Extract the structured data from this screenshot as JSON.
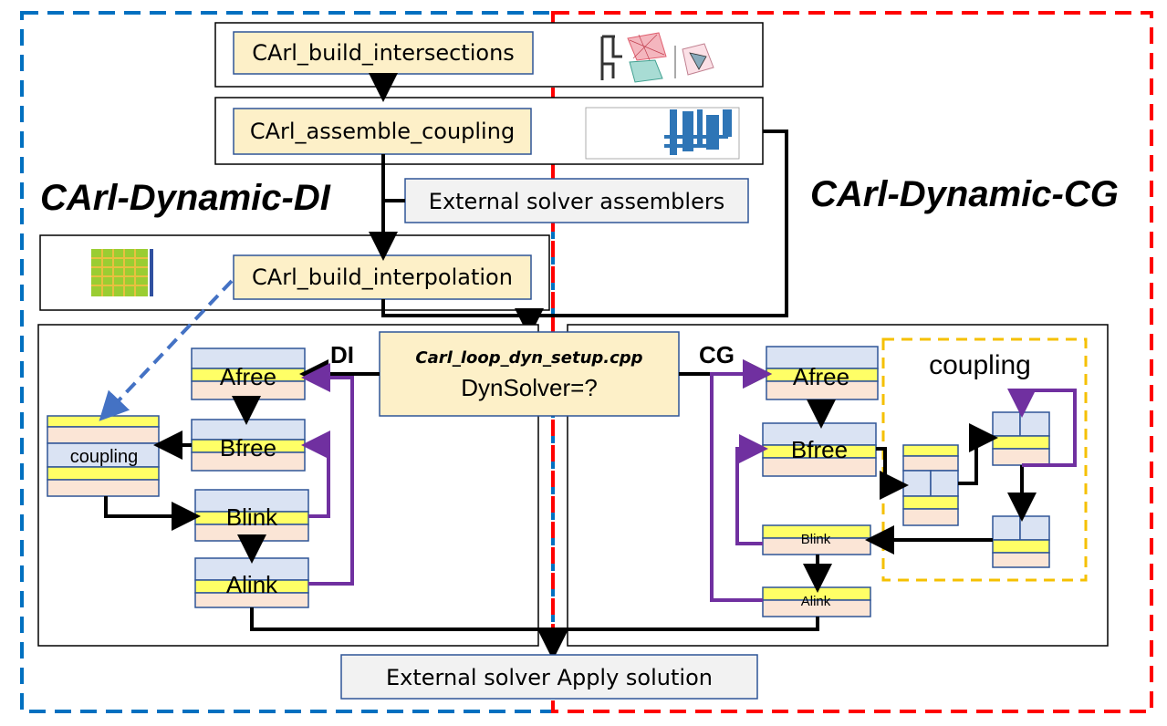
{
  "regions": {
    "di_title": "CArl-Dynamic-DI",
    "cg_title": "CArl-Dynamic-CG"
  },
  "steps": {
    "build_intersections": "CArl_build_intersections",
    "assemble_coupling": "CArl_assemble_coupling",
    "external_assemblers": "External solver assemblers",
    "build_interpolation": "CArl_build_interpolation",
    "loop_setup_file": "Carl_loop_dyn_setup.cpp",
    "dynsolver": "DynSolver=?",
    "apply_solution": "External solver Apply solution"
  },
  "branches": {
    "di": "DI",
    "cg": "CG"
  },
  "di_blocks": {
    "afree": "Afree",
    "bfree": "Bfree",
    "blink": "Blink",
    "alink": "Alink",
    "coupling": "coupling"
  },
  "cg_blocks": {
    "afree": "Afree",
    "bfree": "Bfree",
    "blink": "Blink",
    "alink": "Alink",
    "coupling_group": "coupling"
  },
  "colors": {
    "di_blue": "#0070c0",
    "cg_red": "#ff0000",
    "box_fill": "#fdf0c8",
    "box_border": "#2f5597",
    "grey_fill": "#f2f2f2",
    "green": "#00b050",
    "purple": "#7030a0",
    "gold": "#f5c000",
    "layer_blue": "#dae3f3",
    "layer_yellow": "#ffff66",
    "layer_peach": "#fbe5d6"
  }
}
